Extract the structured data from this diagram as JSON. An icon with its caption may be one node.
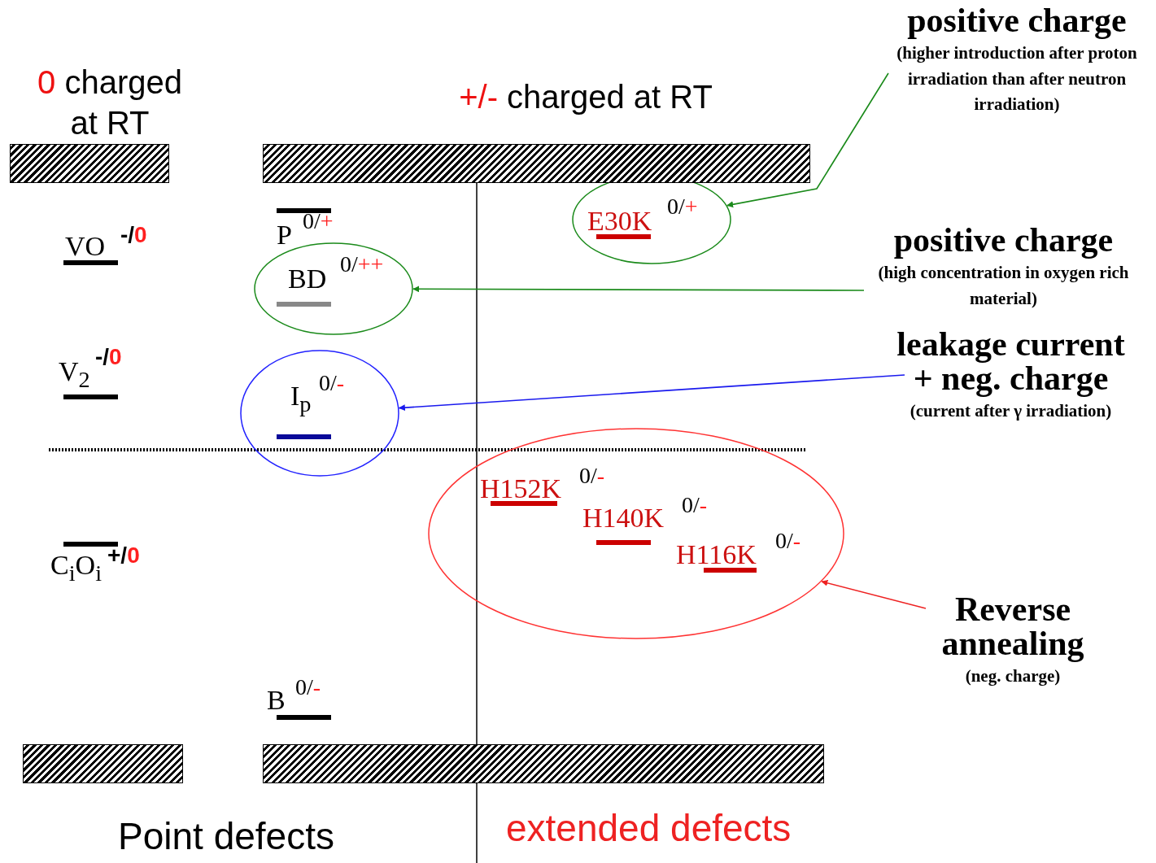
{
  "diagram": {
    "nodes": [
      {
        "text": [
          "E30K",
          "0/+"
        ]
      },
      {
        "text": [
          "positive charge",
          "(higher introduction after proton irradiation than after neutron irradiation)"
        ]
      },
      {
        "text": [
          "BD",
          "0/++"
        ]
      },
      {
        "text": [
          "positive charge",
          "(high concentration in oxygen rich material)"
        ]
      },
      {
        "text": [
          "I$_{p}$",
          "0/-"
        ]
      },
      {
        "text": [
          "leakage current + neg. charge",
          "(current after γ irradiation)"
        ]
      },
      {
        "text": [
          "H152K",
          "0/-",
          "H140K",
          "0/-",
          "H116K",
          "0/-"
        ]
      },
      {
        "text": [
          "Reverse annealing",
          "(neg. charge)"
        ]
      },
      {
        "text": [],
        "shape": "bar"
      },
      {
        "text": [],
        "shape": "bar"
      },
      {
        "text": [],
        "shape": "bar"
      },
      {
        "text": [],
        "shape": "bar"
      }
    ],
    "edges": [
      {
        "from": 1,
        "to": 0,
        "arrow": "to",
        "color": "#1a8a1a"
      },
      {
        "from": 3,
        "to": 2,
        "arrow": "to",
        "color": "#1a8a1a"
      },
      {
        "from": 5,
        "to": 4,
        "arrow": "to",
        "color": "#1a1aee"
      },
      {
        "from": 7,
        "to": 6,
        "arrow": "to",
        "color": "#ee2222"
      }
    ],
    "labels": [
      "0",
      "charged at RT",
      "+/-",
      "charged at RT",
      "VO",
      "-/0",
      "P",
      "0/+",
      "V$_{2}$",
      "-/0",
      "C$_{i}$O$_{i}$",
      "+/0",
      "B",
      "0/-",
      "Point defects",
      "extended defects"
    ]
  }
}
